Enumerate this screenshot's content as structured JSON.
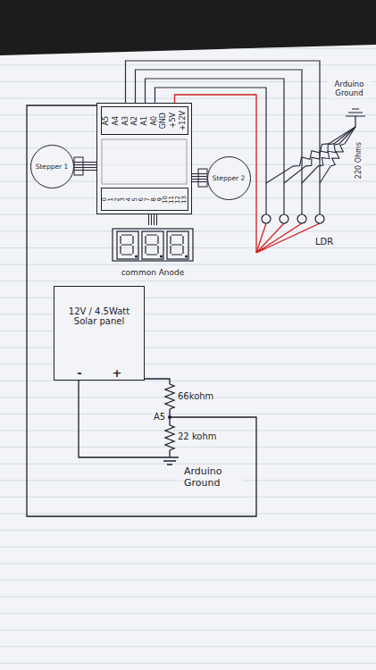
{
  "diagram": {
    "nodes": [
      {
        "text": [
          "A5",
          "A4",
          "A3",
          "A2",
          "A1",
          "A0",
          "GND",
          "+5V",
          "+12V",
          "0",
          "1",
          "2",
          "3",
          "4",
          "5",
          "6",
          "7",
          "8",
          "9",
          "10",
          "11",
          "12",
          "13"
        ]
      },
      {
        "text": [
          "Stepper 1"
        ]
      },
      {
        "text": [
          "Stepper 2"
        ]
      },
      {
        "text": [
          "common Anode"
        ]
      },
      {
        "text": [
          "12V / 4.5Watt Solar panel",
          "-",
          "+"
        ]
      }
    ],
    "edges": [
      {
        "from": 1,
        "to": 0,
        "arrow": "none"
      },
      {
        "from": 2,
        "to": 0,
        "arrow": "none"
      },
      {
        "from": 3,
        "to": 0,
        "arrow": "none"
      }
    ],
    "labels": [
      "Arduino Ground",
      "220 Ohms",
      "LDR",
      "66kohm",
      "A5",
      "22 kohm",
      "Arduino Ground"
    ]
  }
}
